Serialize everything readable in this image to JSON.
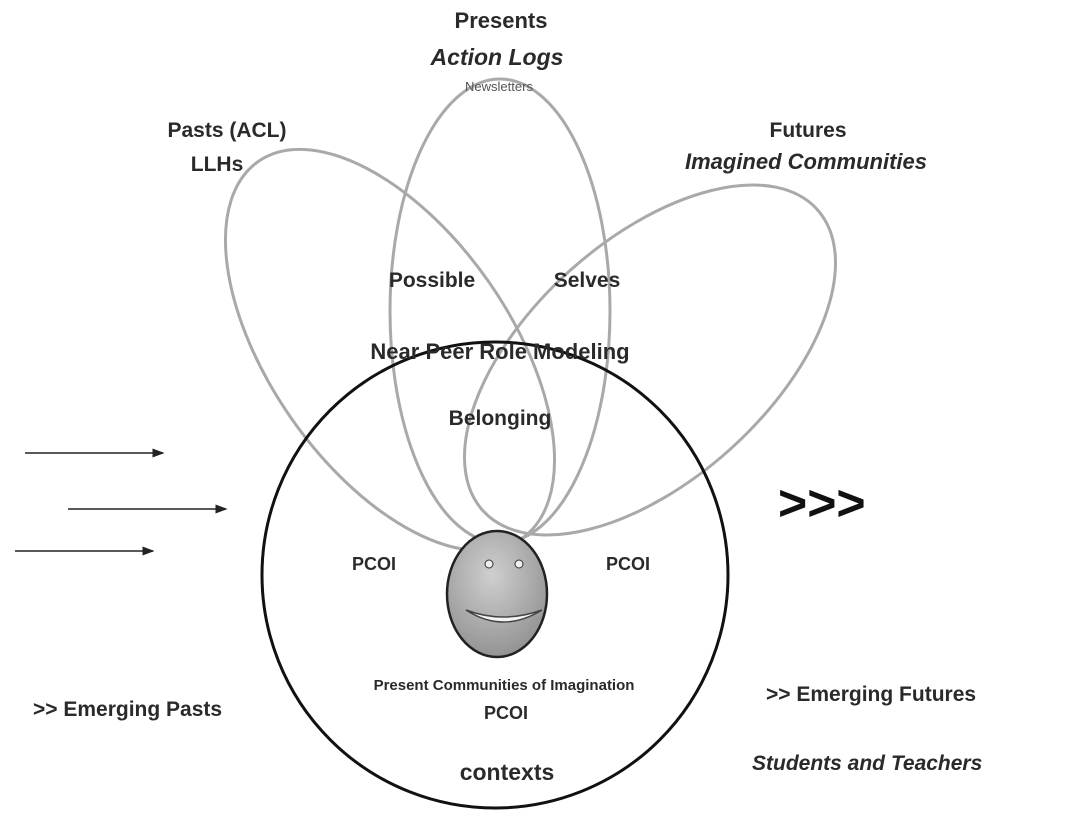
{
  "labels": {
    "presents": "Presents",
    "action_logs": "Action Logs",
    "newsletters": "Newsletters",
    "pasts": "Pasts (ACL)",
    "llhs": "LLHs",
    "futures": "Futures",
    "imagined_communities": "Imagined Communities",
    "possible": "Possible",
    "selves": "Selves",
    "near_peer": "Near Peer Role Modeling",
    "belonging": "Belonging",
    "pcoi_left": "PCOI",
    "pcoi_right": "PCOI",
    "present_communities": "Present Communities of Imagination",
    "pcoi_bottom": "PCOI",
    "contexts": "contexts",
    "emerging_pasts": ">> Emerging Pasts",
    "emerging_futures": ">> Emerging Futures",
    "students_teachers": "Students and Teachers",
    "chevrons": ">>>"
  },
  "colors": {
    "ellipse_stroke": "#a9a9a9",
    "circle_stroke": "#111111",
    "face_fill": "#a8a8a8",
    "text": "#2a2a2a"
  },
  "icons": {
    "face": "smiling-face-icon",
    "arrows": "right-arrow-icon"
  }
}
